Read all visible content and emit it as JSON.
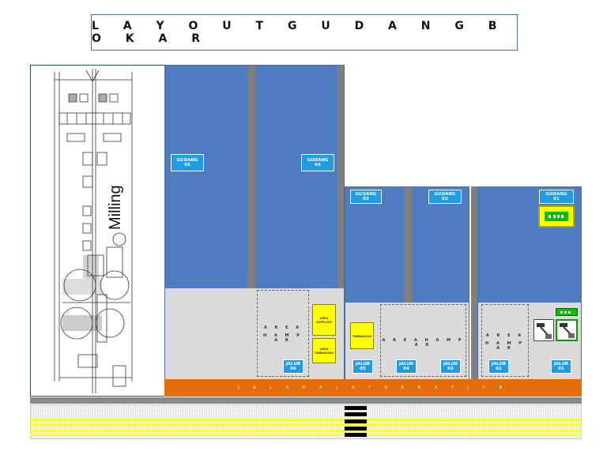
{
  "title": "L A Y O U T G U D A N G B O K A R",
  "drawing_label": "Milling",
  "warehouses": [
    {
      "id": "g05",
      "label_line1": "GUDANG",
      "label_line2": "05"
    },
    {
      "id": "g04",
      "label_line1": "GUDANG",
      "label_line2": "04"
    },
    {
      "id": "g03",
      "label_line1": "GUDANG",
      "label_line2": "03"
    },
    {
      "id": "g02",
      "label_line1": "GUDANG",
      "label_line2": "02"
    },
    {
      "id": "g01",
      "label_line1": "GUDANG",
      "label_line2": "01"
    }
  ],
  "areas": {
    "hampar_left_line1": "A R E A",
    "hampar_left_line2": "H A M P A R",
    "hampar_middle": "A R E A   H A M P A R",
    "hampar_right_line1": "A R E A",
    "hampar_right_line2": "H A M P A R",
    "area_supplier_line1": "AREA",
    "area_supplier_line2": "SUPPLIER",
    "area_timbangan_line1": "AREA",
    "area_timbangan_line2": "TIMBANGAN",
    "timbangan": "TIMBANGAN"
  },
  "lanes": [
    {
      "line1": "JALUR",
      "line2": "06"
    },
    {
      "line1": "JALUR",
      "line2": "05"
    },
    {
      "line1": "JALUR",
      "line2": "04"
    },
    {
      "line1": "JALUR",
      "line2": "03"
    },
    {
      "line1": "JALUR",
      "line2": "02"
    },
    {
      "line1": "JALUR",
      "line2": "01"
    }
  ],
  "road_label": "J A L U R   A L A T   B E R A T   J C B",
  "colors": {
    "warehouse": "#4f7bc0",
    "floor": "#dadada",
    "road": "#e46c0a",
    "label": "#1f9ce4",
    "highlight": "#ffff00",
    "sign": "#00c000"
  }
}
